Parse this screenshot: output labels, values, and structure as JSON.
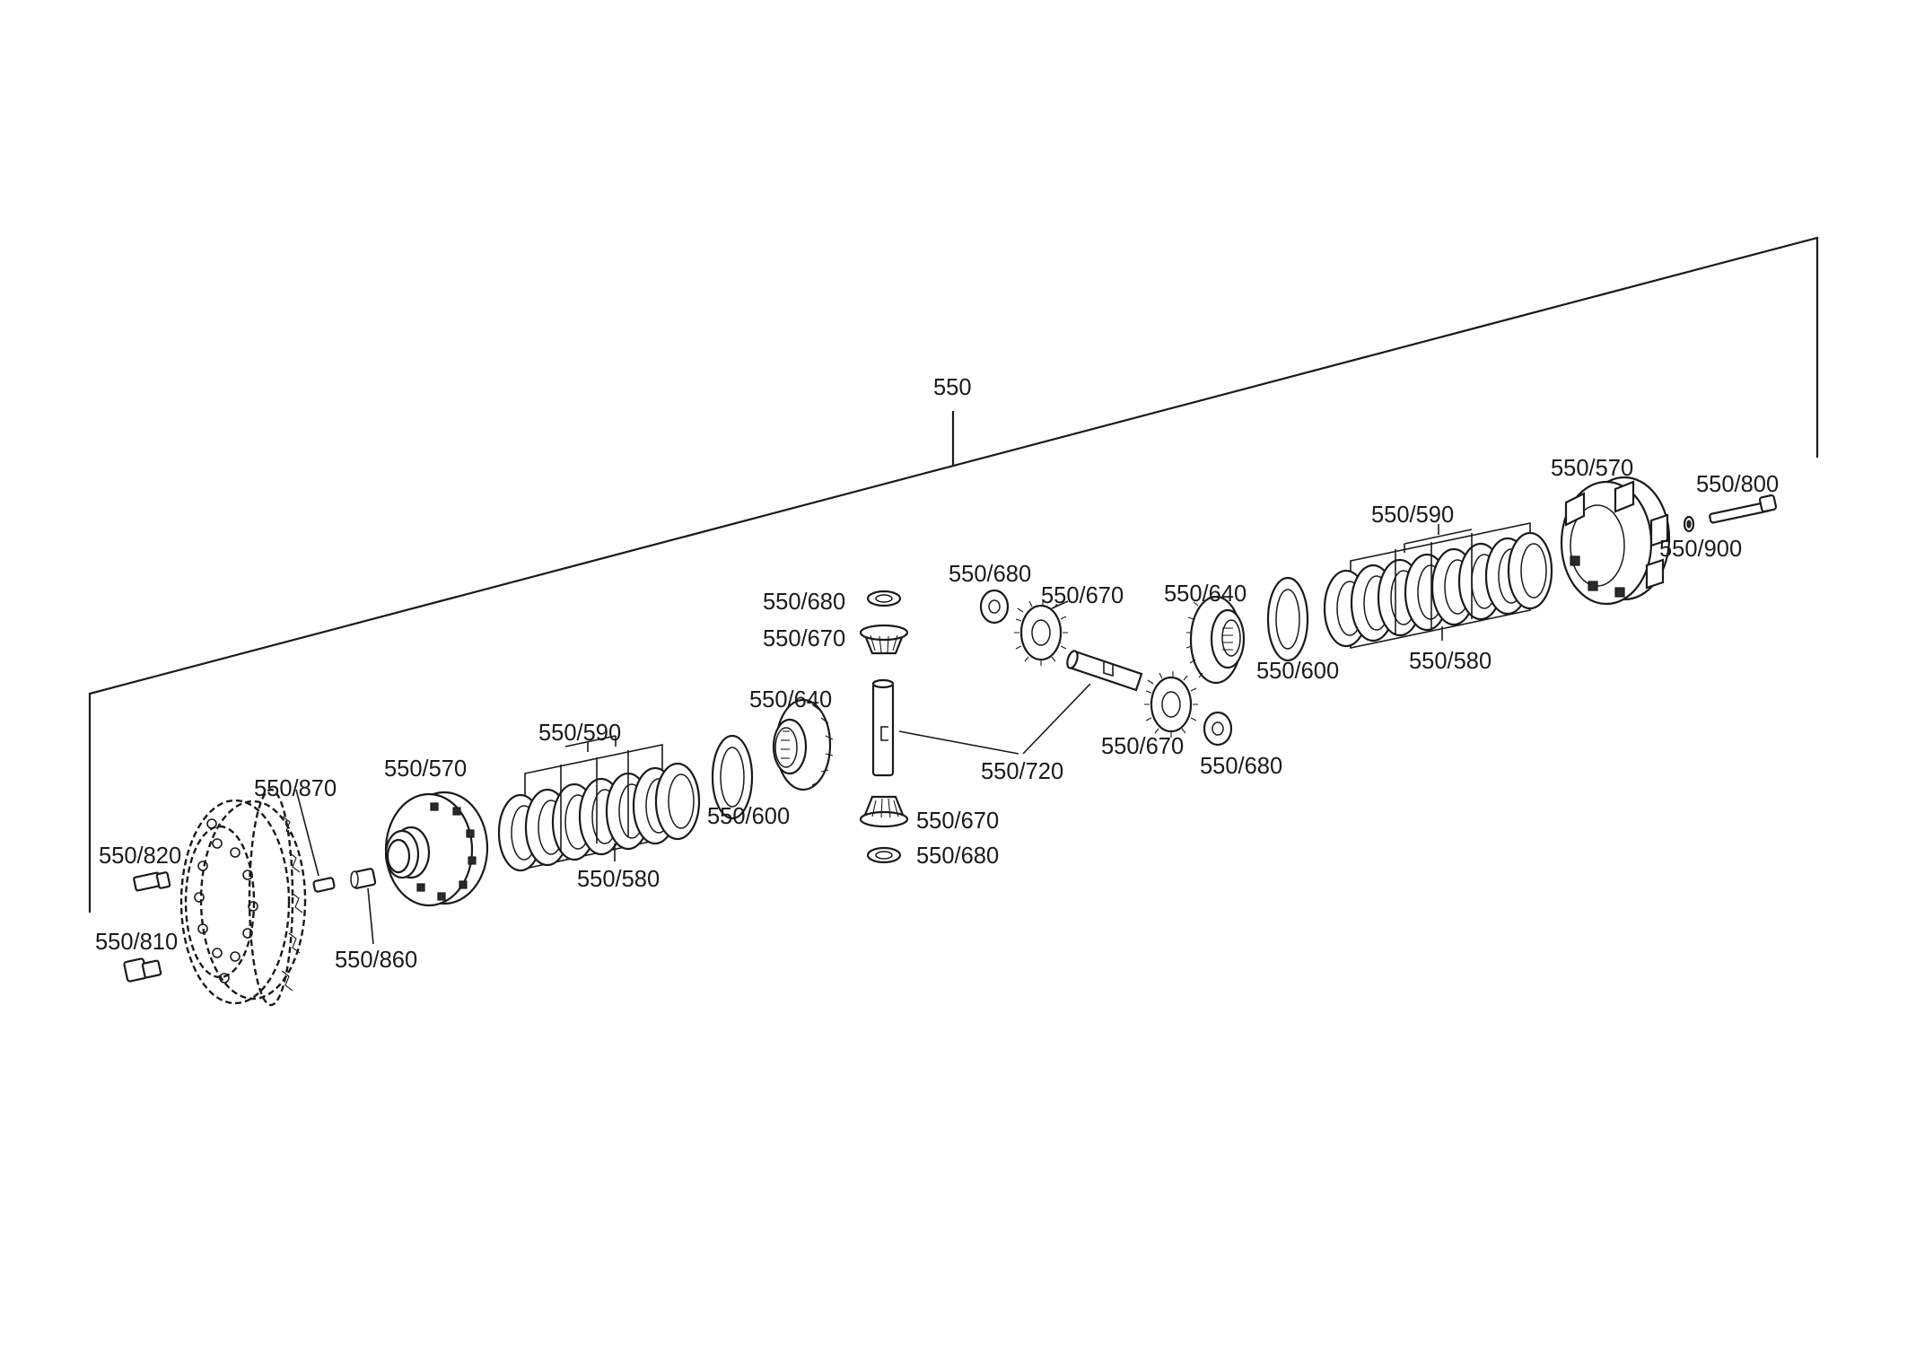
{
  "diagram": {
    "type": "exploded parts drawing",
    "assembly_label": "550",
    "labels": {
      "l_550_820": "550/820",
      "l_550_810": "550/810",
      "l_550_870": "550/870",
      "l_550_860": "550/860",
      "l_550_570_left": "550/570",
      "l_550_590_left": "550/590",
      "l_550_580_left": "550/580",
      "l_550_600_left": "550/600",
      "l_550_640_left": "550/640",
      "l_550_680_top_left": "550/680",
      "l_550_670_top_left": "550/670",
      "l_550_670_bottom": "550/670",
      "l_550_680_bottom": "550/680",
      "l_550_720": "550/720",
      "l_550_680_upper_mid": "550/680",
      "l_550_670_upper_mid": "550/670",
      "l_550_670_lower_mid": "550/670",
      "l_550_680_lower_mid": "550/680",
      "l_550_640_right": "550/640",
      "l_550_600_right": "550/600",
      "l_550_590_right": "550/590",
      "l_550_580_right": "550/580",
      "l_550_570_right": "550/570",
      "l_550_800": "550/800",
      "l_550_900": "550/900"
    }
  }
}
